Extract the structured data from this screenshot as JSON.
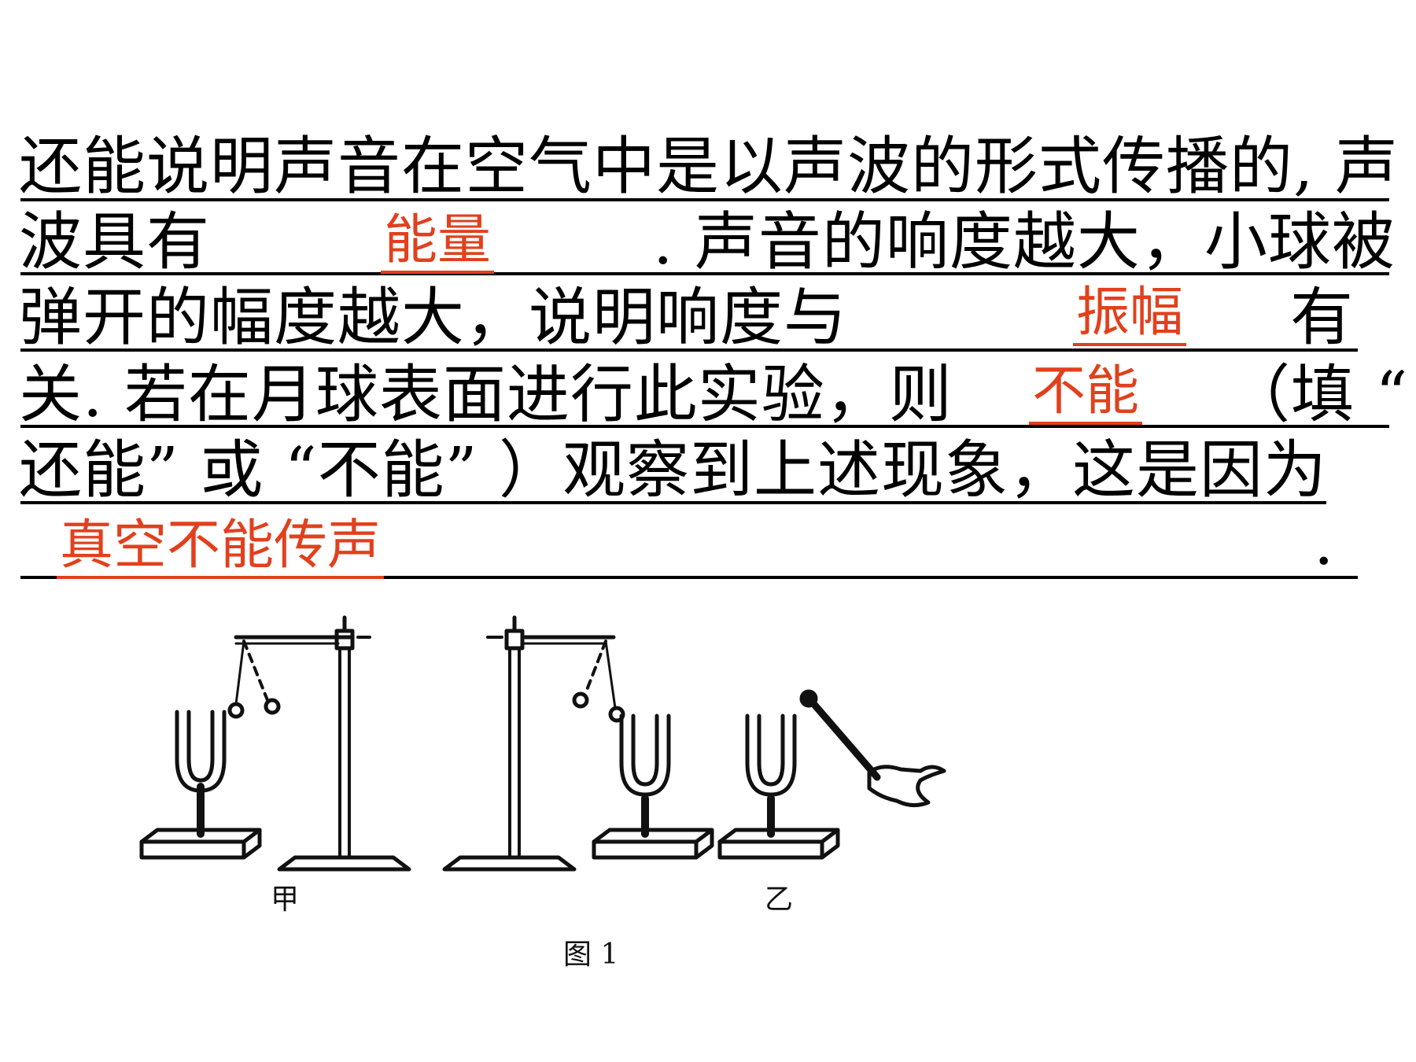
{
  "lines": [
    "还能说明声音在空气中是以声波的形式传播的, 声",
    "波具有",
    ". 声音的响度越大，小球被",
    "弹开的幅度越大，说明响度与",
    "有",
    "关. 若在月球表面进行此实验，则",
    "（填 “",
    "还能” 或 “不能” ）观察到上述现象，这是因为",
    "."
  ],
  "answers": {
    "blank1": "能量",
    "blank2": "振幅",
    "blank3": "不能",
    "blank4": "真空不能传声"
  },
  "figure": {
    "label_left": "甲",
    "label_right": "乙",
    "caption": "图 1"
  },
  "colors": {
    "text": "#000000",
    "answer": "#e2401d"
  }
}
